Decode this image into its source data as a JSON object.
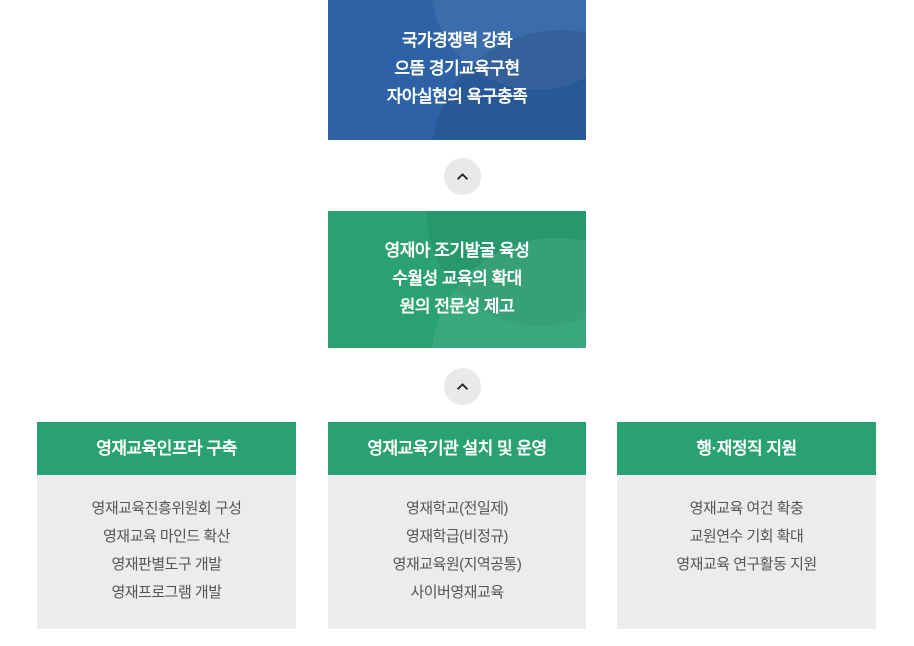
{
  "goal_box": {
    "lines": [
      "국가경쟁력 강화",
      "으뜸 경기교육구현",
      "자아실현의 욕구충족"
    ]
  },
  "vision_box": {
    "lines": [
      "영재아 조기발굴 육성",
      "수월성 교육의 확대",
      "원의 전문성 제고"
    ]
  },
  "connector_icon": "chevron-up",
  "columns": [
    {
      "title": "영재교육인프라 구축",
      "items": [
        "영재교육진흥위원회 구성",
        "영재교육 마인드 확산",
        "영재판별도구 개발",
        "영재프로그램 개발"
      ]
    },
    {
      "title": "영재교육기관 설치 및 운영",
      "items": [
        "영재학교(전일제)",
        "영재학급(비정규)",
        "영재교육원(지역공통)",
        "사이버영재교육"
      ]
    },
    {
      "title": "행·재정직 지원",
      "items": [
        "영재교육 여건 확충",
        "교원연수 기회 확대",
        "영재교육 연구활동 지원"
      ]
    }
  ],
  "colors": {
    "goal_box_bg": "#2d62a6",
    "vision_box_bg": "#2aa173",
    "column_header_bg": "#2aa173",
    "column_body_bg": "#ececec",
    "connector_bg": "#e9e9e9",
    "box_text": "#ffffff",
    "item_text": "#555555"
  }
}
